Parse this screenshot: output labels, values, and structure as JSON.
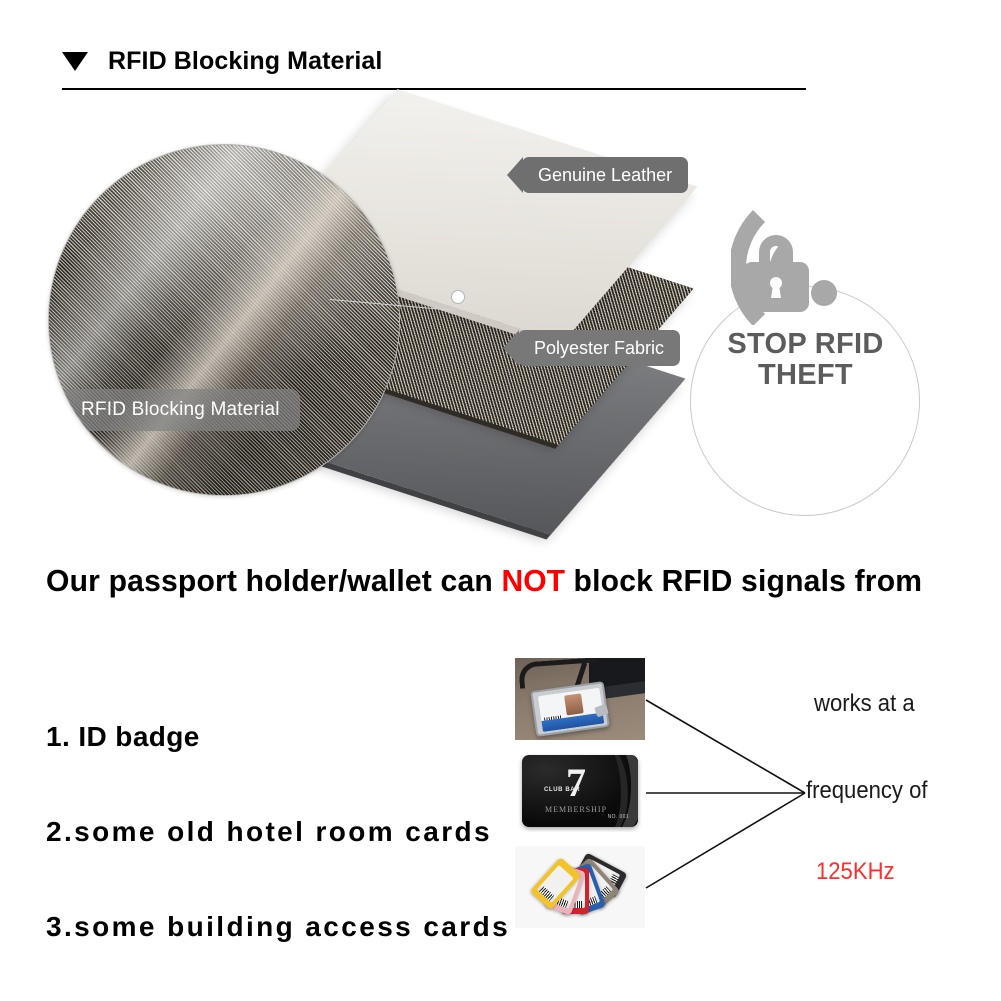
{
  "header": {
    "caret": "caret-down-icon",
    "title": "RFID Blocking Material"
  },
  "hero": {
    "magnifier_label": "RFID Blocking Material",
    "layers": [
      {
        "name": "genuine-leather",
        "label": "Genuine Leather",
        "color": "#e6e3dd"
      },
      {
        "name": "rfid-blocking-mesh",
        "label": "",
        "color": "#4a443c"
      },
      {
        "name": "polyester-fabric",
        "label": "Polyester Fabric",
        "color": "#6e7073"
      }
    ],
    "badge": {
      "icon": "rfid-lock-signal-icon",
      "line1": "STOP RFID",
      "line2": "THEFT",
      "color": "#5c5c5c"
    }
  },
  "headline": {
    "part1": "Our  passport  holder/wallet can ",
    "highlight": "NOT",
    "part2": " block RFID signals from",
    "highlight_color": "#ff0000"
  },
  "list": {
    "items": [
      {
        "label": "1. ID badge",
        "thumb": "id-badge-photo"
      },
      {
        "label": "2.some  old  hotel  room  cards",
        "thumb": "hotel-room-card-photo"
      },
      {
        "label": "3.some  building  access  cards",
        "thumb": "building-access-cards-photo"
      }
    ]
  },
  "thumbnails": {
    "hotel_card": {
      "number": "7",
      "club": "CLUB BAR",
      "membership": "MEMBERSHIP",
      "serial": "NO. 001"
    }
  },
  "callout": {
    "line1": "works at a",
    "line2": "frequency of",
    "line3": "125KHz",
    "line3_color": "#ff2d2d"
  }
}
